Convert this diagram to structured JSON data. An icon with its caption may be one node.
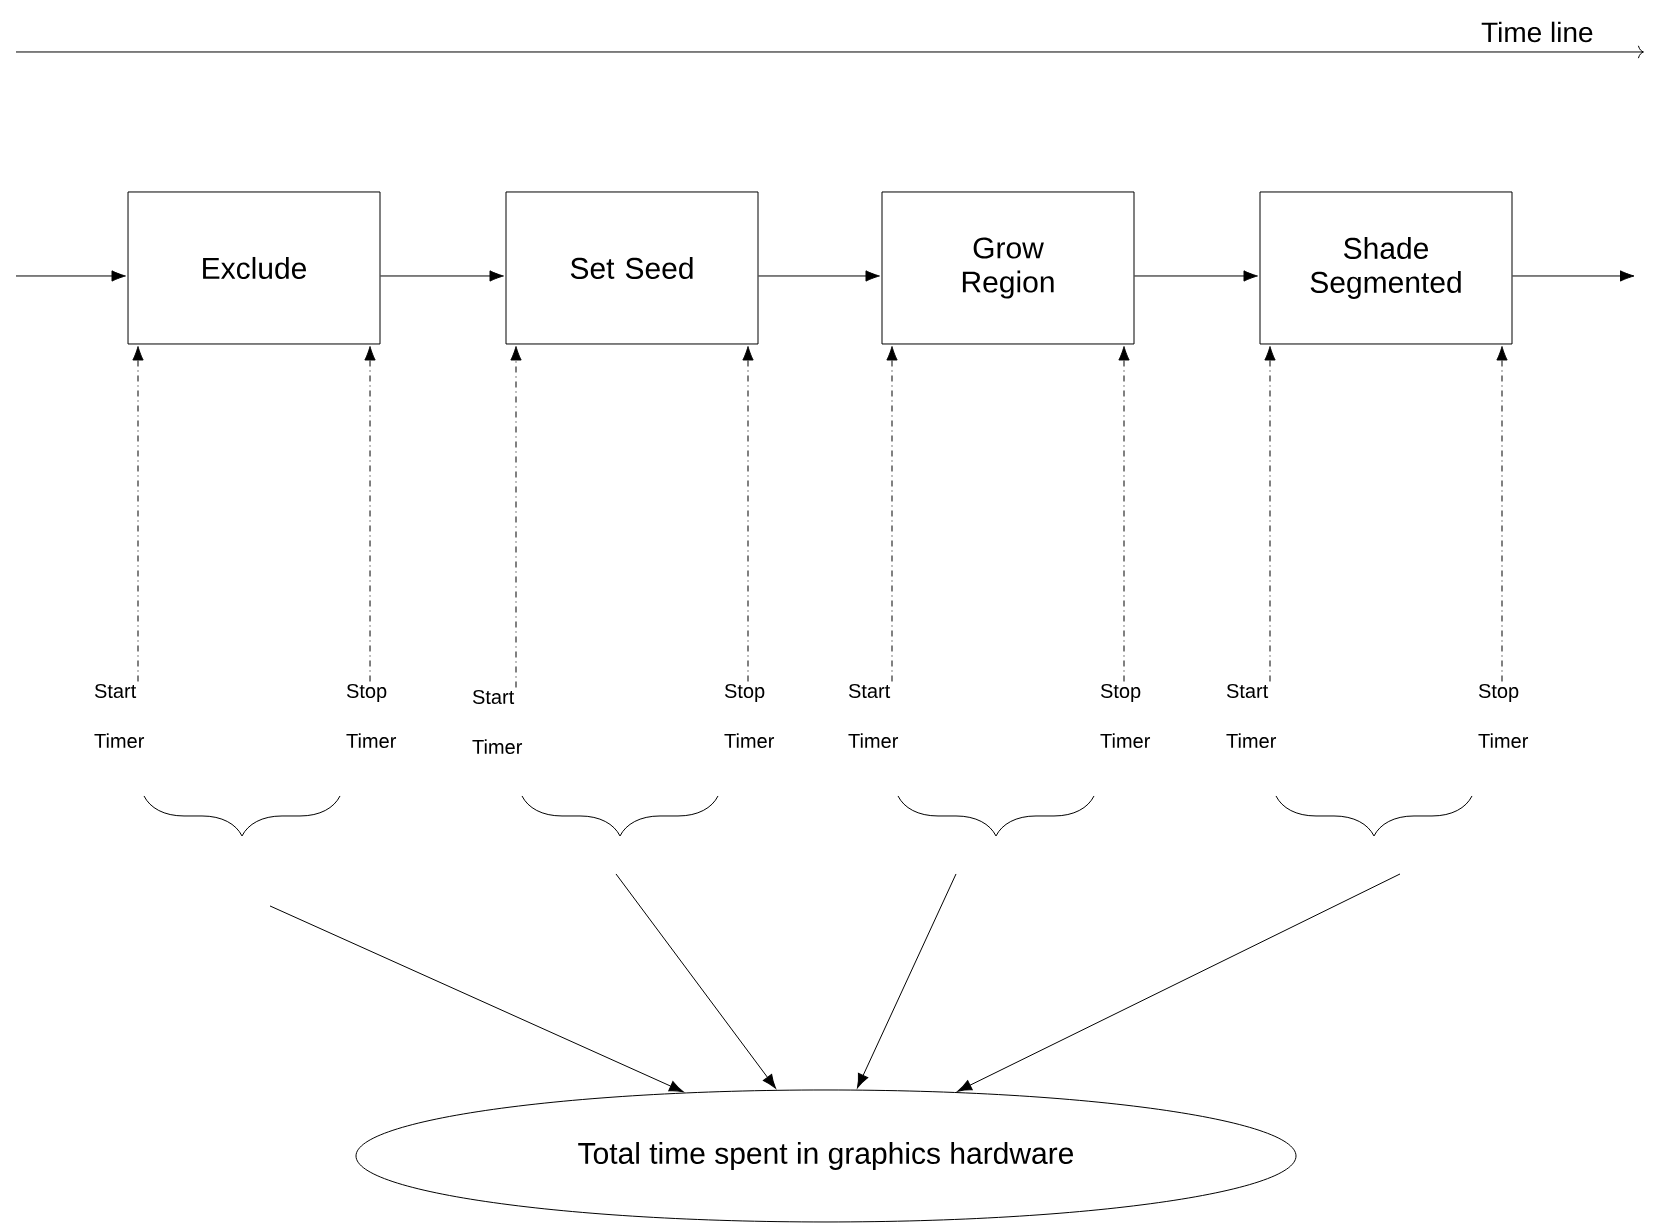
{
  "diagram": {
    "nodes": [
      {
        "text": [
          "Exclude"
        ]
      },
      {
        "text": [
          "Set Seed"
        ]
      },
      {
        "text": [
          "Grow Region"
        ]
      },
      {
        "text": [
          "Shade Segmented"
        ]
      },
      {
        "text": [
          "Start Timer"
        ]
      },
      {
        "text": [
          "Stop Timer"
        ]
      },
      {
        "text": [
          "Start Timer"
        ]
      },
      {
        "text": [
          "Stop Timer"
        ]
      },
      {
        "text": [
          "Start Timer"
        ]
      },
      {
        "text": [
          "Stop Timer"
        ]
      },
      {
        "text": [
          "Start Timer"
        ]
      },
      {
        "text": [
          "Stop Timer"
        ]
      },
      {
        "text": [
          "Total time spent in graphics hardware"
        ]
      }
    ],
    "edges": [
      {
        "from": null,
        "to": 0,
        "arrow": "to"
      },
      {
        "from": 0,
        "to": 1,
        "arrow": "to"
      },
      {
        "from": 1,
        "to": 2,
        "arrow": "to"
      },
      {
        "from": 2,
        "to": 3,
        "arrow": "to"
      },
      {
        "from": 3,
        "to": null,
        "arrow": "to"
      },
      {
        "from": 4,
        "to": 0,
        "arrow": "to",
        "style": "dashed"
      },
      {
        "from": 5,
        "to": 0,
        "arrow": "to",
        "style": "dashed"
      },
      {
        "from": 6,
        "to": 1,
        "arrow": "to",
        "style": "dashed"
      },
      {
        "from": 7,
        "to": 1,
        "arrow": "to",
        "style": "dashed"
      },
      {
        "from": 8,
        "to": 2,
        "arrow": "to",
        "style": "dashed"
      },
      {
        "from": 9,
        "to": 2,
        "arrow": "to",
        "style": "dashed"
      },
      {
        "from": 10,
        "to": 3,
        "arrow": "to",
        "style": "dashed"
      },
      {
        "from": 11,
        "to": 3,
        "arrow": "to",
        "style": "dashed"
      },
      {
        "from": null,
        "to": 12,
        "arrow": "to"
      },
      {
        "from": null,
        "to": 12,
        "arrow": "to"
      },
      {
        "from": null,
        "to": 12,
        "arrow": "to"
      },
      {
        "from": null,
        "to": 12,
        "arrow": "to"
      }
    ],
    "labels": [
      "Time line"
    ]
  }
}
